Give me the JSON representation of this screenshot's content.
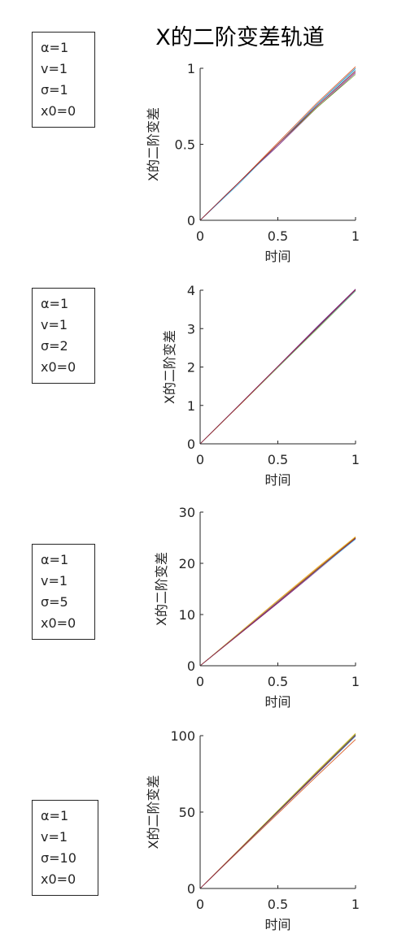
{
  "figure": {
    "title": "X的二阶变差轨道"
  },
  "colors": [
    "#0072BD",
    "#D95319",
    "#EDB120",
    "#7E2F8E",
    "#77AC30",
    "#4DBEEE",
    "#A2142F"
  ],
  "panels": [
    {
      "legend": [
        "α=1",
        "v=1",
        "σ=1",
        "x0=0"
      ]
    },
    {
      "legend": [
        "α=1",
        "v=1",
        "σ=2",
        "x0=0"
      ]
    },
    {
      "legend": [
        "α=1",
        "v=1",
        "σ=5",
        "x0=0"
      ]
    },
    {
      "legend": [
        "α=1",
        "v=1",
        "σ=10",
        "x0=0"
      ]
    }
  ],
  "chart_data": [
    {
      "type": "line",
      "xlabel": "时间",
      "ylabel": "X的二阶变差",
      "xlim": [
        0,
        1
      ],
      "ylim": [
        0,
        1
      ],
      "xticks": [
        "0",
        "0.5",
        "1"
      ],
      "yticks": [
        "0",
        "0.5",
        "1"
      ],
      "x": [
        0,
        0.25,
        0.5,
        0.75,
        1
      ],
      "series": [
        {
          "values": [
            0,
            0.25,
            0.5,
            0.76,
            1.0
          ]
        },
        {
          "values": [
            0,
            0.25,
            0.51,
            0.77,
            1.01
          ]
        },
        {
          "values": [
            0,
            0.25,
            0.5,
            0.75,
            0.99
          ]
        },
        {
          "values": [
            0,
            0.25,
            0.49,
            0.74,
            0.97
          ]
        },
        {
          "values": [
            0,
            0.25,
            0.5,
            0.74,
            0.96
          ]
        },
        {
          "values": [
            0,
            0.24,
            0.5,
            0.75,
            0.99
          ]
        },
        {
          "values": [
            0,
            0.25,
            0.5,
            0.75,
            0.98
          ]
        }
      ]
    },
    {
      "type": "line",
      "xlabel": "时间",
      "ylabel": "X的二阶变差",
      "xlim": [
        0,
        1
      ],
      "ylim": [
        0,
        4
      ],
      "xticks": [
        "0",
        "0.5",
        "1"
      ],
      "yticks": [
        "0",
        "1",
        "2",
        "3",
        "4"
      ],
      "x": [
        0,
        0.25,
        0.5,
        0.75,
        1
      ],
      "series": [
        {
          "values": [
            0,
            1.0,
            2.0,
            3.02,
            4.02
          ]
        },
        {
          "values": [
            0,
            1.0,
            2.01,
            3.0,
            4.0
          ]
        },
        {
          "values": [
            0,
            0.99,
            1.99,
            2.99,
            3.98
          ]
        },
        {
          "values": [
            0,
            1.01,
            2.02,
            3.04,
            4.03
          ]
        },
        {
          "values": [
            0,
            1.0,
            1.99,
            2.98,
            3.98
          ]
        },
        {
          "values": [
            0,
            1.0,
            2.0,
            3.0,
            3.99
          ]
        },
        {
          "values": [
            0,
            1.0,
            2.01,
            3.01,
            4.01
          ]
        }
      ]
    },
    {
      "type": "line",
      "xlabel": "时间",
      "ylabel": "X的二阶变差",
      "xlim": [
        0,
        1
      ],
      "ylim": [
        0,
        30
      ],
      "xticks": [
        "0",
        "0.5",
        "1"
      ],
      "yticks": [
        "0",
        "10",
        "20",
        "30"
      ],
      "x": [
        0,
        0.25,
        0.5,
        0.75,
        1
      ],
      "series": [
        {
          "values": [
            0,
            6.2,
            12.4,
            18.7,
            24.9
          ]
        },
        {
          "values": [
            0,
            6.3,
            12.6,
            18.9,
            25.1
          ]
        },
        {
          "values": [
            0,
            6.4,
            12.8,
            19.1,
            25.2
          ]
        },
        {
          "values": [
            0,
            6.1,
            12.2,
            18.5,
            24.8
          ]
        },
        {
          "values": [
            0,
            6.2,
            12.5,
            18.8,
            25.0
          ]
        },
        {
          "values": [
            0,
            6.25,
            12.5,
            18.6,
            24.7
          ]
        },
        {
          "values": [
            0,
            6.2,
            12.4,
            18.7,
            24.9
          ]
        }
      ]
    },
    {
      "type": "line",
      "xlabel": "时间",
      "ylabel": "X的二阶变差",
      "xlim": [
        0,
        1
      ],
      "ylim": [
        0,
        100
      ],
      "xticks": [
        "0",
        "0.5",
        "1"
      ],
      "yticks": [
        "0",
        "50",
        "100"
      ],
      "x": [
        0,
        0.25,
        0.5,
        0.75,
        1
      ],
      "series": [
        {
          "values": [
            0,
            25.2,
            50.5,
            75.5,
            100.5
          ]
        },
        {
          "values": [
            0,
            24.6,
            49.0,
            73.5,
            97.5
          ]
        },
        {
          "values": [
            0,
            25.5,
            51.0,
            76.5,
            101.5
          ]
        },
        {
          "values": [
            0,
            25.0,
            50.2,
            75.4,
            100.0
          ]
        },
        {
          "values": [
            0,
            25.3,
            50.8,
            76.0,
            101.0
          ]
        },
        {
          "values": [
            0,
            24.9,
            49.8,
            74.7,
            99.5
          ]
        },
        {
          "values": [
            0,
            25.1,
            50.1,
            75.0,
            100.2
          ]
        }
      ]
    }
  ]
}
